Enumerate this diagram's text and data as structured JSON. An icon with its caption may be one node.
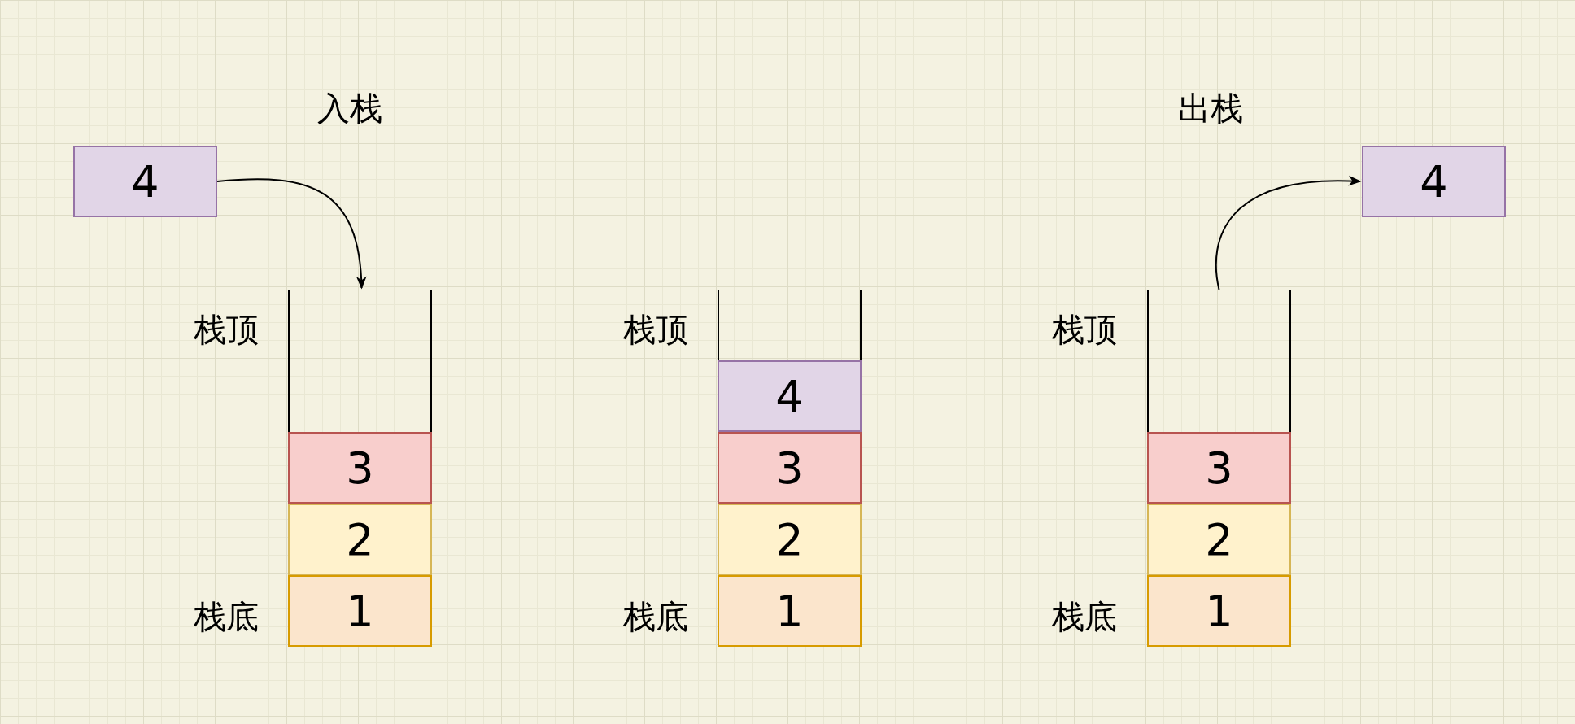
{
  "diagram": {
    "nodes": [
      {
        "text": [
          "4"
        ]
      },
      {
        "text": [],
        "shape": "box"
      },
      {
        "text": [
          "3"
        ],
        "in": 1
      },
      {
        "text": [
          "2"
        ],
        "in": 1
      },
      {
        "text": [
          "1"
        ],
        "in": 1
      },
      {
        "text": [],
        "shape": "box"
      },
      {
        "text": [
          "4"
        ],
        "in": 5
      },
      {
        "text": [
          "3"
        ],
        "in": 5
      },
      {
        "text": [
          "2"
        ],
        "in": 5
      },
      {
        "text": [
          "1"
        ],
        "in": 5
      },
      {
        "text": [],
        "shape": "box"
      },
      {
        "text": [
          "3"
        ],
        "in": 10
      },
      {
        "text": [
          "2"
        ],
        "in": 10
      },
      {
        "text": [
          "1"
        ],
        "in": 10
      },
      {
        "text": [
          "4"
        ]
      }
    ],
    "edges": [
      {
        "from": 0,
        "to": 1,
        "arrow": "to"
      },
      {
        "from": 10,
        "to": 14,
        "arrow": "to"
      }
    ],
    "labels": [
      "入栈",
      "出栈",
      "栈顶",
      "栈顶",
      "栈顶",
      "栈底",
      "栈底",
      "栈底"
    ]
  }
}
